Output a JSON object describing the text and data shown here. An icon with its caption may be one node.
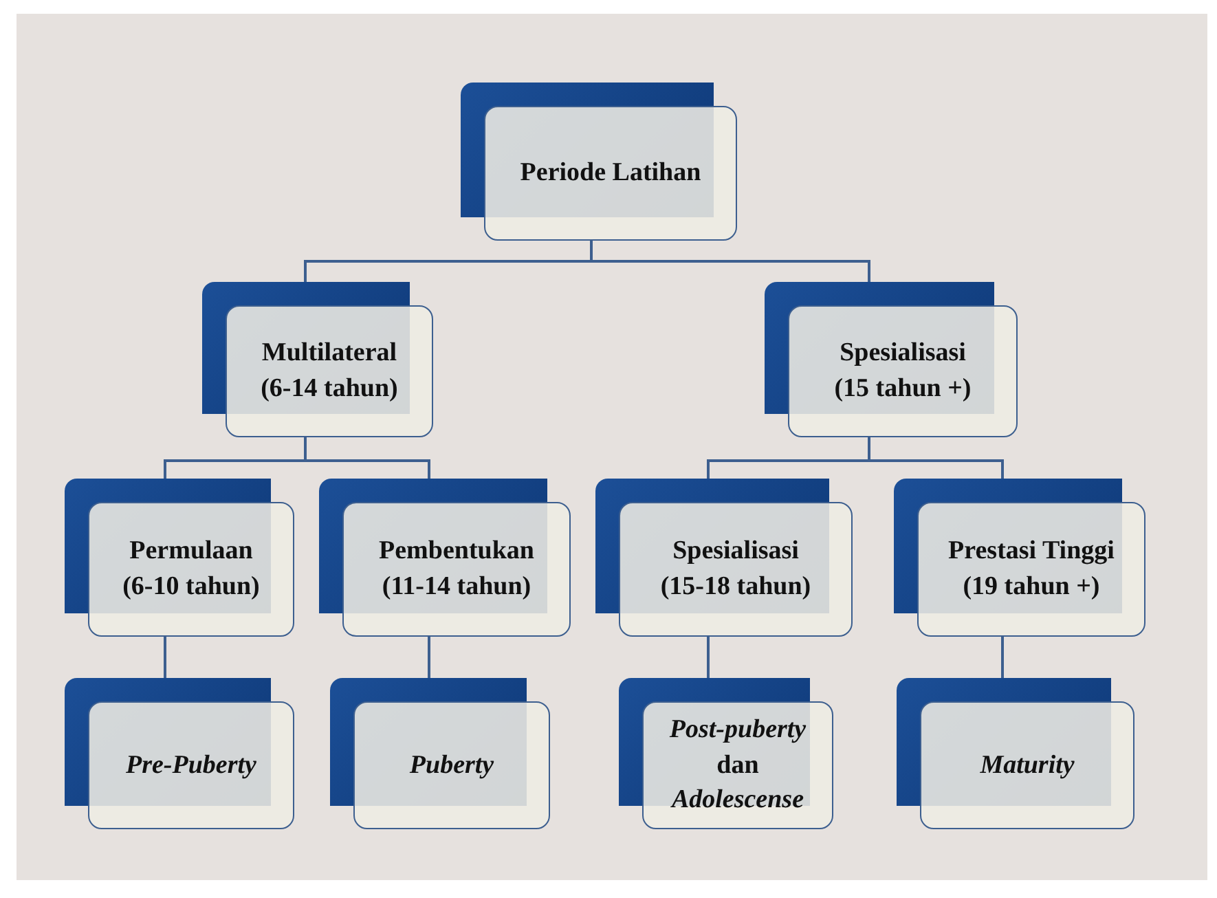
{
  "diagram": {
    "nodes": [
      {
        "text": [
          "Periode Latihan"
        ]
      },
      {
        "text": [
          "Multilateral",
          "(6-14 tahun)"
        ]
      },
      {
        "text": [
          "Spesialisasi",
          "(15 tahun +)"
        ]
      },
      {
        "text": [
          "Permulaan",
          "(6-10 tahun)"
        ]
      },
      {
        "text": [
          "Pembentukan",
          "(11-14 tahun)"
        ]
      },
      {
        "text": [
          "Spesialisasi",
          "(15-18 tahun)"
        ]
      },
      {
        "text": [
          "Prestasi Tinggi",
          "(19 tahun +)"
        ]
      },
      {
        "text": [
          "Pre-Puberty"
        ]
      },
      {
        "text": [
          "Puberty"
        ]
      },
      {
        "text": [
          "*Post-puberty* dan *Adolescense*"
        ]
      },
      {
        "text": [
          "Maturity"
        ]
      }
    ],
    "edges": [
      {
        "from": 0,
        "to": 1,
        "arrow": "none"
      },
      {
        "from": 0,
        "to": 2,
        "arrow": "none"
      },
      {
        "from": 1,
        "to": 3,
        "arrow": "none"
      },
      {
        "from": 1,
        "to": 4,
        "arrow": "none"
      },
      {
        "from": 2,
        "to": 5,
        "arrow": "none"
      },
      {
        "from": 2,
        "to": 6,
        "arrow": "none"
      },
      {
        "from": 3,
        "to": 7,
        "arrow": "none"
      },
      {
        "from": 4,
        "to": 8,
        "arrow": "none"
      },
      {
        "from": 5,
        "to": 9,
        "arrow": "none"
      },
      {
        "from": 6,
        "to": 10,
        "arrow": "none"
      }
    ]
  }
}
